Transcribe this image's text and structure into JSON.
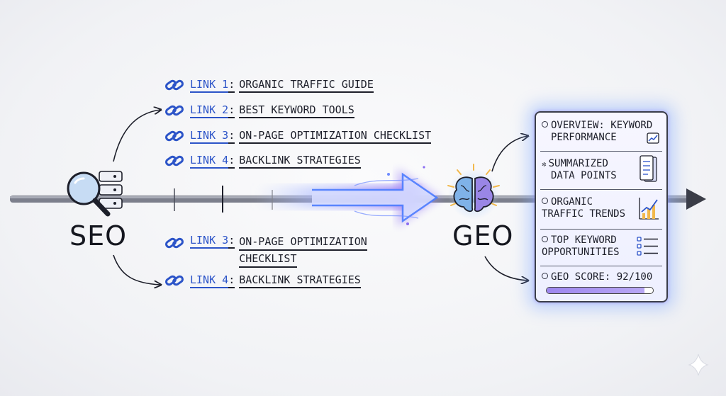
{
  "seo": {
    "label": "SEO"
  },
  "geo": {
    "label": "GEO"
  },
  "links_top": [
    {
      "key": "LINK 1",
      "text": "ORGANIC TRAFFIC GUIDE"
    },
    {
      "key": "LINK 2",
      "text": "BEST KEYWORD TOOLS"
    },
    {
      "key": "LINK 3",
      "text": "ON-PAGE OPTIMIZATION CHECKLIST"
    },
    {
      "key": "LINK 4",
      "text": "BACKLINK STRATEGIES"
    }
  ],
  "links_bottom": [
    {
      "key": "LINK 3",
      "text_line1": "ON-PAGE OPTIMIZATION",
      "text_line2": "CHECKLIST"
    },
    {
      "key": "LINK 4",
      "text": "BACKLINK STRATEGIES"
    }
  ],
  "panel": {
    "overview_line1": "OVERVIEW: KEYWORD",
    "overview_line2": "PERFORMANCE",
    "summ_line1": "SUMMARIZED",
    "summ_line2": "DATA POINTS",
    "organic_line1": "ORGANIC",
    "organic_line2": "TRAFFIC TRENDS",
    "top_line1": "TOP KEYWORD",
    "top_line2": "OPPORTUNITIES",
    "score_text": "GEO SCORE: 92/100",
    "score_value": 92,
    "score_max": 100
  },
  "colors": {
    "link_blue": "#2c54c8",
    "ink": "#1d1f2a",
    "glow_arrow": "#7d6cf2",
    "score_fill": "#9d86ef"
  },
  "icons": [
    "magnifier-server-icon",
    "chain-link-icon",
    "brain-icon",
    "sparkle-icon"
  ]
}
